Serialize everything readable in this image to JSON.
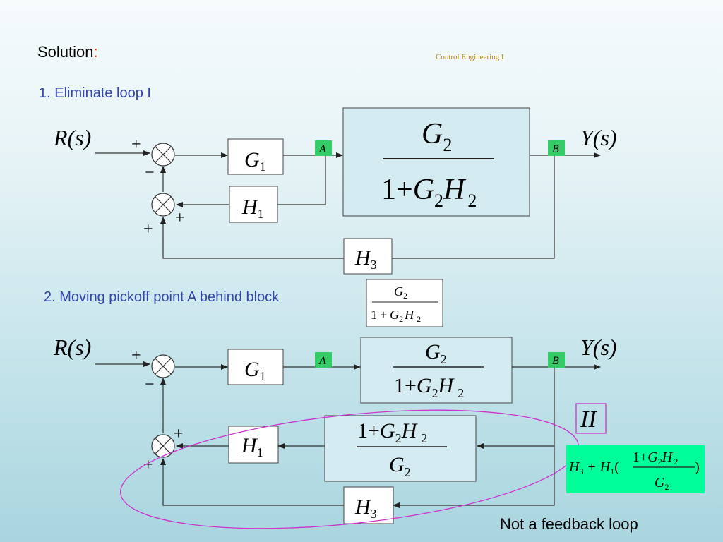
{
  "header": {
    "title": "Solution",
    "title_colon": ":",
    "subtitle": "Control Engineering I"
  },
  "steps": {
    "step1": "1. Eliminate loop I",
    "step2": "2. Moving pickoff point A behind block"
  },
  "note": "Not a feedback loop",
  "symbols": {
    "R": "R",
    "s": "s",
    "Y": "Y",
    "lparen": "(",
    "rparen": ")",
    "G": "G",
    "H": "H",
    "one": "1",
    "two": "2",
    "three": "3",
    "plus": "+",
    "minus": "−",
    "A": "A",
    "B": "B",
    "II": "II"
  },
  "colors": {
    "pickoff_fill": "#33cc66",
    "block_fill": "#d4ecf1",
    "result_fill": "#00ff99",
    "loop_ellipse": "#cc33cc",
    "label_box": "#cc33cc"
  }
}
